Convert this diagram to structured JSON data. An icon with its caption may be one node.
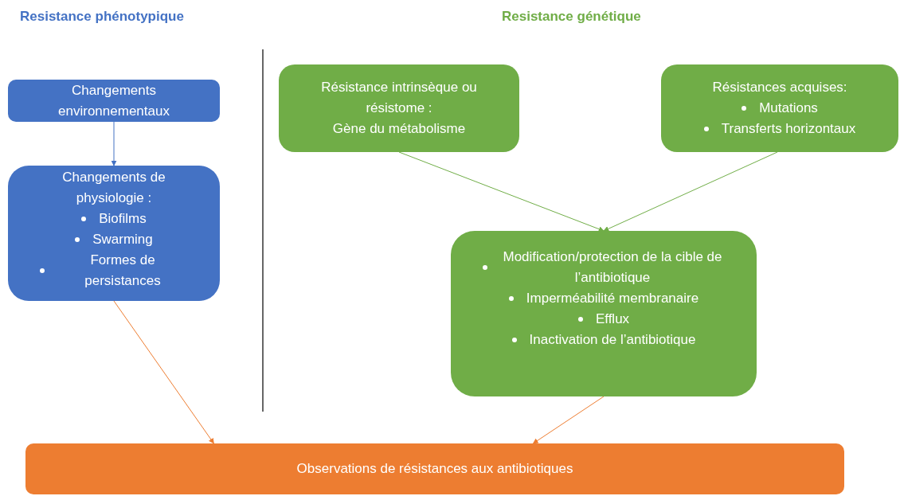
{
  "diagram": {
    "nodes": [
      {
        "text": [
          "Changements environnementaux"
        ]
      },
      {
        "text": [
          "Changements de physiologie :",
          "Biofilms",
          "Swarming",
          "Formes de persistances"
        ]
      },
      {
        "text": [
          "Résistance intrinsèque ou résistome :",
          "Gène du métabolisme"
        ]
      },
      {
        "text": [
          "Résistances acquises:",
          "Mutations",
          "Transferts horizontaux"
        ]
      },
      {
        "text": [
          "Modification/protection de la cible de l’antibiotique",
          "Imperméabilité membranaire",
          "Efflux",
          "Inactivation de l’antibiotique"
        ]
      },
      {
        "text": [
          "Observations de résistances aux antibiotiques"
        ]
      }
    ],
    "edges": [
      {
        "from": 0,
        "to": 1,
        "arrow": "to",
        "color": "#4472c4"
      },
      {
        "from": 1,
        "to": 5,
        "arrow": "to",
        "color": "#ed7d31"
      },
      {
        "from": 2,
        "to": 4,
        "arrow": "to",
        "color": "#70ad47"
      },
      {
        "from": 3,
        "to": 4,
        "arrow": "to",
        "color": "#70ad47"
      },
      {
        "from": 4,
        "to": 5,
        "arrow": "to",
        "color": "#ed7d31"
      }
    ],
    "labels": [
      "Resistance phénotypique",
      "Resistance génétique"
    ]
  }
}
